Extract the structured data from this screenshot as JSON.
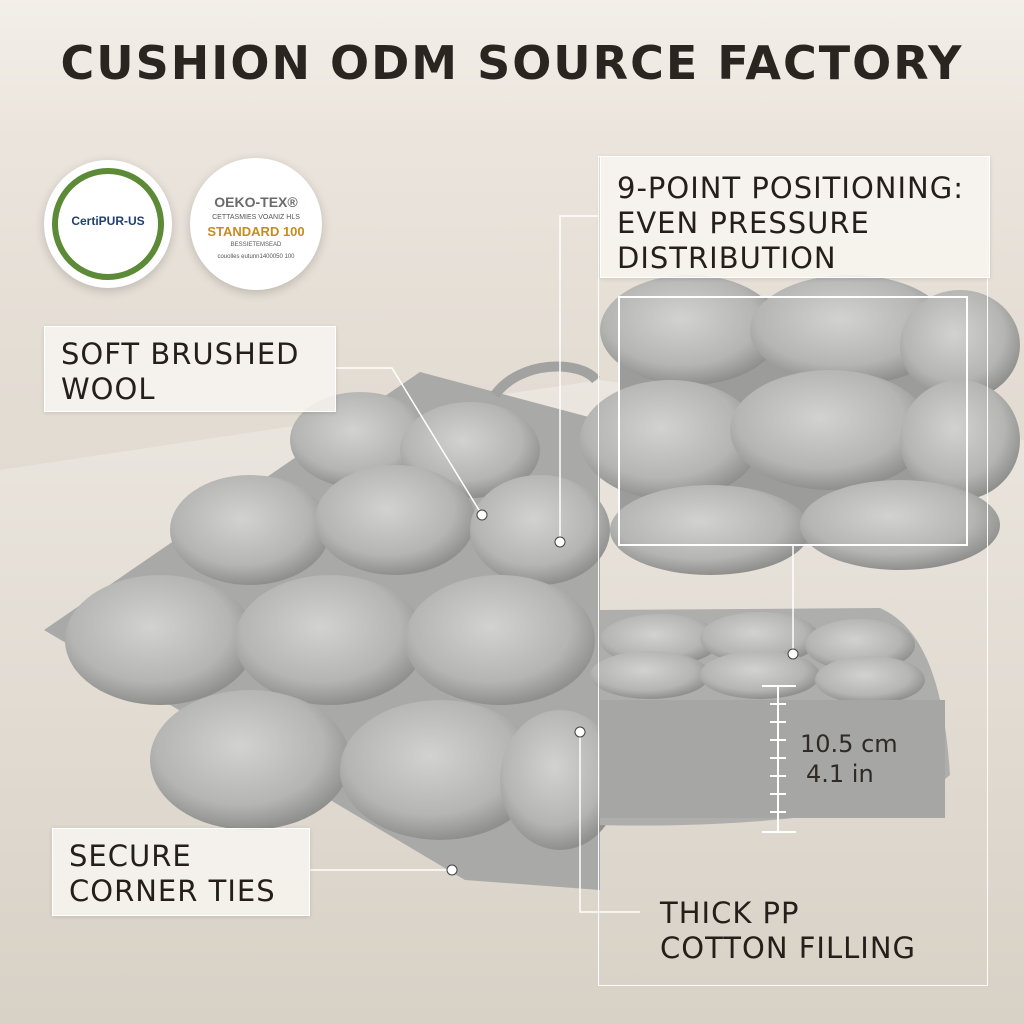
{
  "header": {
    "title": "CUSHION ODM SOURCE FACTORY"
  },
  "badges": {
    "certipur": {
      "label": "CertiPUR-US"
    },
    "oekotex": {
      "line1": "OEKO-TEX®",
      "line2": "CETTASMIES VOANIZ HLS",
      "line3": "STANDARD 100",
      "line4": "BESSIETEMSEAD",
      "line5": "couolles eutunn1400050 100"
    }
  },
  "callouts": {
    "soft": {
      "line1": "SOFT BRUSHED",
      "line2": "WOOL"
    },
    "nine": {
      "line1": "9-POINT POSITIONING:",
      "line2": "EVEN PRESSURE",
      "line3": "DISTRIBUTION"
    },
    "secure": {
      "line1": "SECURE",
      "line2": "CORNER TIES"
    },
    "thick": {
      "line1": "THICK PP",
      "line2": "COTTON FILLING"
    }
  },
  "measurement": {
    "cm": "10.5 cm",
    "in": "4.1 in"
  },
  "colors": {
    "cushion": "#b9b9b7",
    "cushion_shade": "#9d9d9b",
    "certipur_green": "#5c8a36",
    "certipur_blue": "#1f3f74",
    "oeko_gold": "#c58d1d",
    "text_dark": "#241f1a"
  }
}
